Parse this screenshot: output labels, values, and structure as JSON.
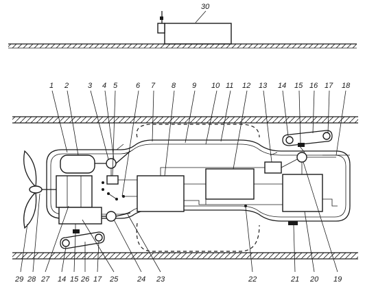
{
  "labels": {
    "l30": "30",
    "top": [
      "1",
      "2",
      "3",
      "4",
      "5",
      "6",
      "7",
      "8",
      "9",
      "10",
      "11",
      "12",
      "13",
      "14",
      "15",
      "16",
      "17",
      "18"
    ],
    "bottom": [
      "29",
      "28",
      "27",
      "14",
      "15",
      "26",
      "17",
      "25",
      "24",
      "23",
      "22",
      "21",
      "20",
      "19"
    ]
  },
  "colors": {
    "ink": "#1a1a1a",
    "paper": "#ffffff"
  }
}
